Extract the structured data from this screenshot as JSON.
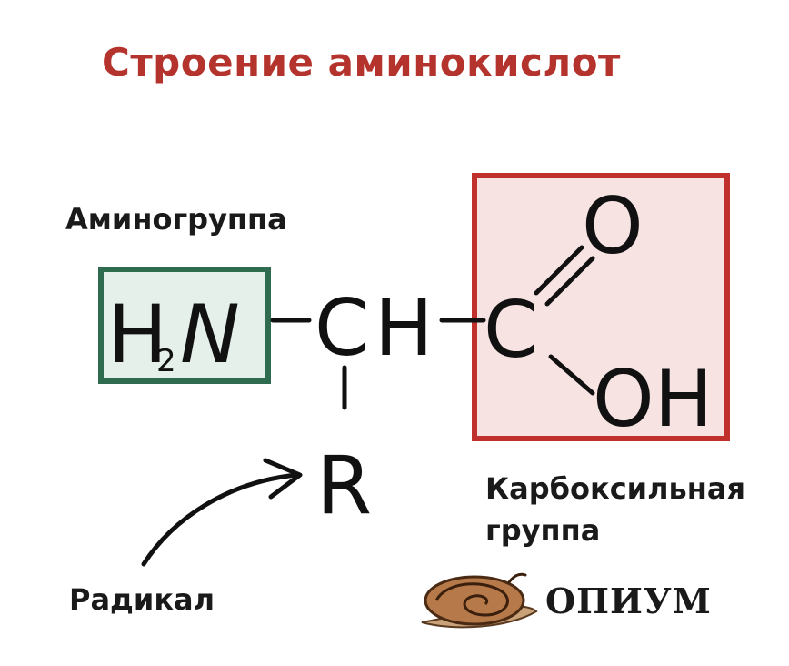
{
  "title": "Строение аминокислот",
  "labels": {
    "amino_group": "Аминогруппа",
    "carboxyl_line1": "Карбоксильная",
    "carboxyl_line2": "группа",
    "radical": "Радикал"
  },
  "formula": {
    "h": "H",
    "subscript": "2",
    "n": "N",
    "c": "C",
    "h2": "H",
    "r": "R",
    "c_carboxyl": "C",
    "o": "O",
    "oh": "OH"
  },
  "colors": {
    "title": "#b5332d",
    "amino_box_border": "#2e6b4f",
    "amino_box_fill": "#e6f0ea",
    "carboxyl_box_border": "#c0302c",
    "carboxyl_box_fill": "#f8e3e3"
  },
  "logo": {
    "brand_text": "ОПИУМ",
    "icon": "snail-icon"
  }
}
